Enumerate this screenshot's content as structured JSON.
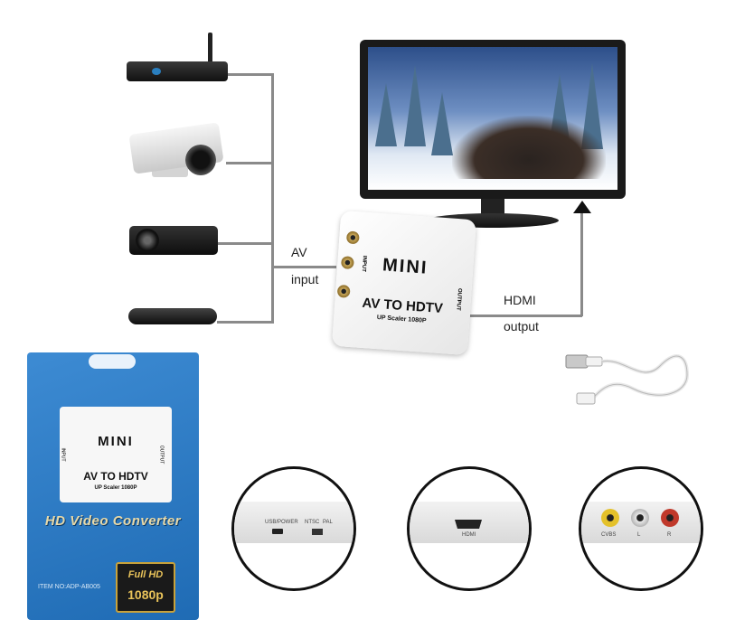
{
  "labels": {
    "av": "AV",
    "input": "input",
    "hdmi": "HDMI",
    "output": "output"
  },
  "converter": {
    "brand": "MINI",
    "model": "AV TO HDTV",
    "sub": "UP Scaler 1080P",
    "input_side": "INPUT",
    "output_side": "OUTPUT"
  },
  "package": {
    "brand": "MINI",
    "model": "AV TO HDTV",
    "sub": "UP Scaler 1080P",
    "input_side": "INPUT",
    "output_side": "OUTPUT",
    "title": "HD Video Converter",
    "item_no": "ITEM NO:ADP-AB005",
    "badge_top": "Full HD",
    "badge_bottom": "1080p"
  },
  "closeups": {
    "power": {
      "usb_label": "USB/POWER",
      "switch_label_a": "NTSC",
      "switch_label_b": "PAL"
    },
    "hdmi": {
      "port_label": "HDMI"
    },
    "av": {
      "labels": [
        "CVBS",
        "L",
        "R"
      ],
      "colors": [
        "#e4c12a",
        "#e8e8e8",
        "#c0392b"
      ]
    }
  },
  "colors": {
    "wire": "#8a8a8a",
    "package_blue": "#2b7cc6",
    "badge_gold": "#c9a23a"
  },
  "icons": [
    "router-icon",
    "security-camera-icon",
    "projector-icon",
    "set-top-box-icon",
    "tv-icon",
    "usb-cable-icon"
  ]
}
